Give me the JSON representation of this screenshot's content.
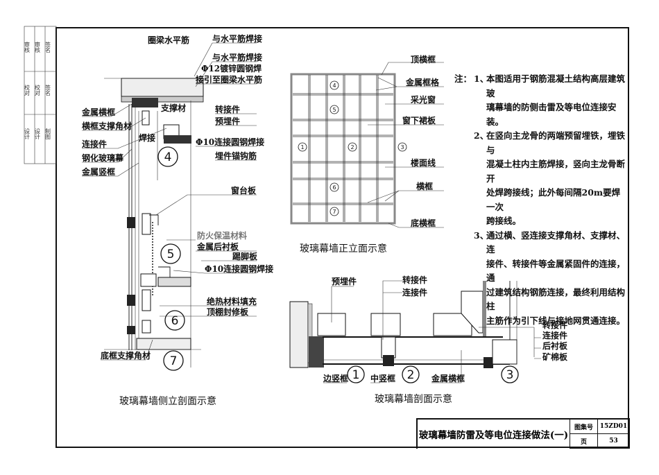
{
  "sidebar": {
    "cols": [
      {
        "top": "审核",
        "mid": "校对",
        "bot": "设计"
      },
      {
        "top": "审核",
        "mid": "校对",
        "bot": "设计"
      },
      {
        "top": "签名",
        "mid": "签名",
        "bot": "制图"
      }
    ]
  },
  "side_section": {
    "caption": "玻璃幕墙侧立剖面示意",
    "labels": {
      "ring_beam_rebar": "圈梁水平筋",
      "weld_horizontal_1": "与水平筋焊接",
      "weld_horizontal_2": "与水平筋焊接",
      "phi12_line1": "Φ12镀锌圆钢焊",
      "phi12_line2": "接引至圈梁水平筋",
      "adapter": "转接件",
      "embedded": "预埋件",
      "phi10_weld_top": "Φ10连接圆钢焊接",
      "anchor_hook": "埋件锚钩筋",
      "support": "支撑材",
      "weld": "焊接",
      "metal_transom": "金属横框",
      "transom_angle": "横框支撑角材",
      "connector": "连接件",
      "tempered_glass": "钢化玻璃幕",
      "metal_mullion": "金属竖框",
      "sill_board": "窗台板",
      "fireproof": "防火保温材料",
      "back_panel": "金属后衬板",
      "skirting": "踢脚板",
      "phi10_weld_mid": "Φ10连接圆钢焊接",
      "insulation_fill": "绝热材料填充",
      "ceiling_board": "顶棚封修板",
      "bottom_angle": "底框支撑角材"
    },
    "markers": [
      "4",
      "5",
      "6",
      "7"
    ]
  },
  "elevation": {
    "caption": "玻璃幕墙正立面示意",
    "labels": {
      "top_transom": "顶横框",
      "metal_grid": "金属框格",
      "daylight_window": "采光窗",
      "spandrel": "窗下裙板",
      "floor_line": "楼面线",
      "transom": "横框",
      "bottom_transom": "底横框"
    },
    "markers": [
      "1",
      "2",
      "3",
      "4",
      "5",
      "6",
      "7"
    ]
  },
  "plan_section": {
    "caption": "玻璃幕墙剖面示意",
    "labels": {
      "embedded": "预埋件",
      "adapter": "转接件",
      "connector": "连接件",
      "adapter_r": "转接件",
      "connector_r": "连接件",
      "back_panel": "后衬板",
      "mineral_wool": "矿棉板",
      "edge_mullion": "边竖框",
      "mid_mullion": "中竖框",
      "metal_transom": "金属横框"
    },
    "markers": [
      "1",
      "2",
      "3"
    ]
  },
  "notes": {
    "prefix": "注：",
    "items": [
      {
        "num": "1、",
        "lines": [
          "本图适用于钢筋混凝土结构高层建筑玻",
          "璃幕墙的防侧击雷及等电位连接安装。"
        ]
      },
      {
        "num": "2、",
        "lines": [
          "在竖向主龙骨的两端预留埋铁，埋铁与",
          "混凝土柱内主筋焊接，竖向主龙骨断开",
          "处焊跨接线；此外每间隔20m要焊一次",
          "跨接线。"
        ]
      },
      {
        "num": "3、",
        "lines": [
          "通过横、竖连接支撑角材、支撑材、连",
          "接件、转接件等金属紧固件的连接，通",
          "过建筑结构钢筋连接，最终利用结构柱",
          "主筋作为引下线与接地网贯通连接。"
        ]
      }
    ]
  },
  "title_block": {
    "title": "玻璃幕墙防雷及等电位连接做法(一)",
    "atlas_label": "图集号",
    "atlas_value": "15ZD01",
    "page_label": "页",
    "page_value": "53"
  }
}
